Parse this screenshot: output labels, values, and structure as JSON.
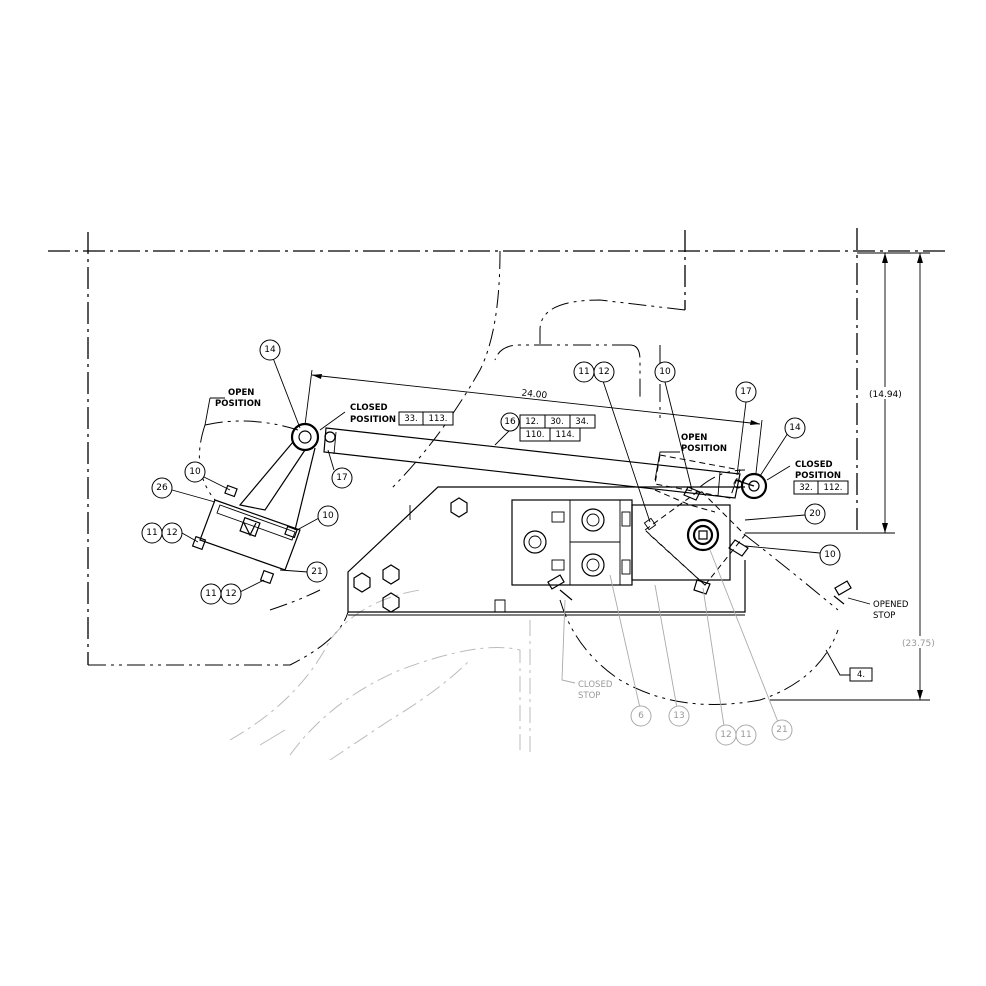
{
  "labels": {
    "open_position_left_1": "OPEN",
    "open_position_left_2": "POSITION",
    "closed_position_left_1": "CLOSED",
    "closed_position_left_2": "POSITION",
    "closed_ref_left_a": "33.",
    "closed_ref_left_b": "113.",
    "open_position_right_1": "OPEN",
    "open_position_right_2": "POSITION",
    "closed_position_right_1": "CLOSED",
    "closed_position_right_2": "POSITION",
    "closed_ref_right_a": "32.",
    "closed_ref_right_b": "112.",
    "item16_refs_row1": [
      "12.",
      "30.",
      "34."
    ],
    "item16_refs_row2": [
      "110.",
      "114."
    ],
    "opened_stop_1": "OPENED",
    "opened_stop_2": "STOP",
    "closed_stop_1": "CLOSED",
    "closed_stop_2": "STOP",
    "flag_4": "4."
  },
  "dimensions": {
    "length": "24.00",
    "height_upper": "(14.94)",
    "height_overall": "(23.75)"
  },
  "balloons": {
    "b14_left": "14",
    "b17_left": "17",
    "b10_left_top": "10",
    "b26": "26",
    "b11_left": "11",
    "b12_left": "12",
    "b10_left_bottom": "10",
    "b21_left": "21",
    "b11_left_bottom": "11",
    "b12_left_bottom": "12",
    "b16": "16",
    "b11_top": "11",
    "b12_top": "12",
    "b10_top": "10",
    "b17_right": "17",
    "b14_right": "14",
    "b20": "20",
    "b10_right": "10",
    "b6": "6",
    "b13": "13",
    "b12_bottom": "12",
    "b11_bottom": "11",
    "b21_bottom": "21"
  }
}
